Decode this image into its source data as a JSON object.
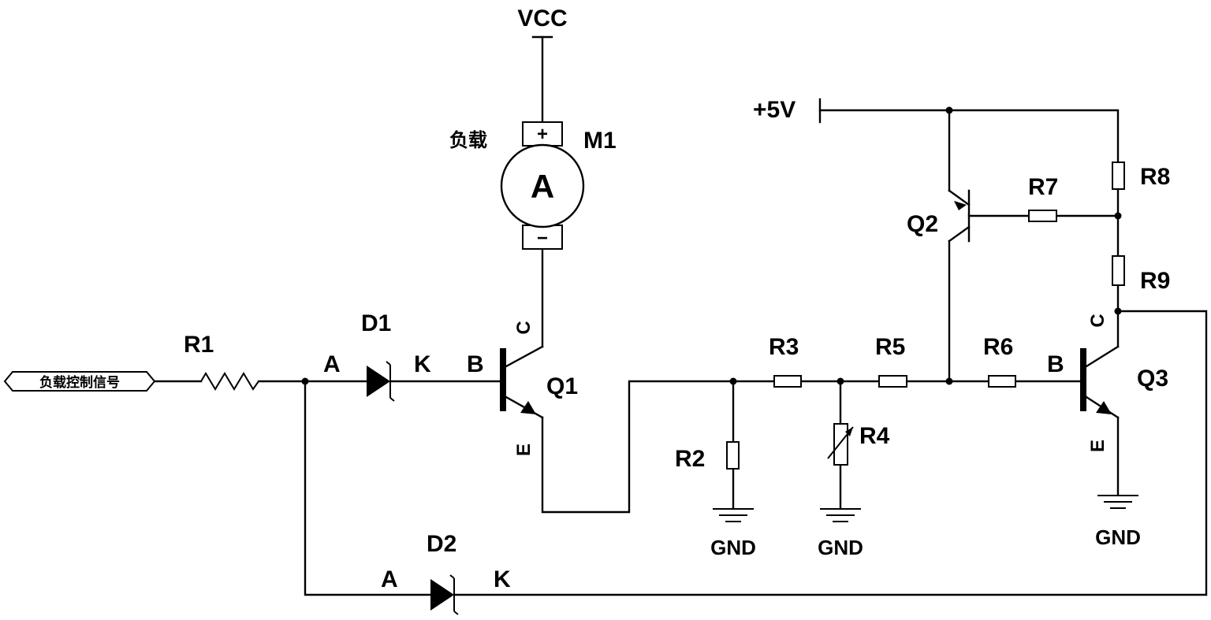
{
  "supplies": {
    "vcc": "VCC",
    "plus5v": "+5V",
    "gnd_r2": "GND",
    "gnd_r4": "GND",
    "gnd_q3": "GND"
  },
  "input_port": {
    "label": "负载控制信号"
  },
  "motor": {
    "designator": "M1",
    "caption": "负载",
    "symbol": "A",
    "plus": "+",
    "minus": "−"
  },
  "resistors": {
    "r1": "R1",
    "r2": "R2",
    "r3": "R3",
    "r4": "R4",
    "r5": "R5",
    "r6": "R6",
    "r7": "R7",
    "r8": "R8",
    "r9": "R9"
  },
  "diodes": {
    "d1": {
      "name": "D1",
      "anode": "A",
      "cathode": "K"
    },
    "d2": {
      "name": "D2",
      "anode": "A",
      "cathode": "K"
    }
  },
  "transistors": {
    "q1": {
      "name": "Q1",
      "base": "B",
      "collector": "C",
      "emitter": "E"
    },
    "q2": {
      "name": "Q2"
    },
    "q3": {
      "name": "Q3",
      "base": "B",
      "collector": "C",
      "emitter": "E"
    }
  }
}
